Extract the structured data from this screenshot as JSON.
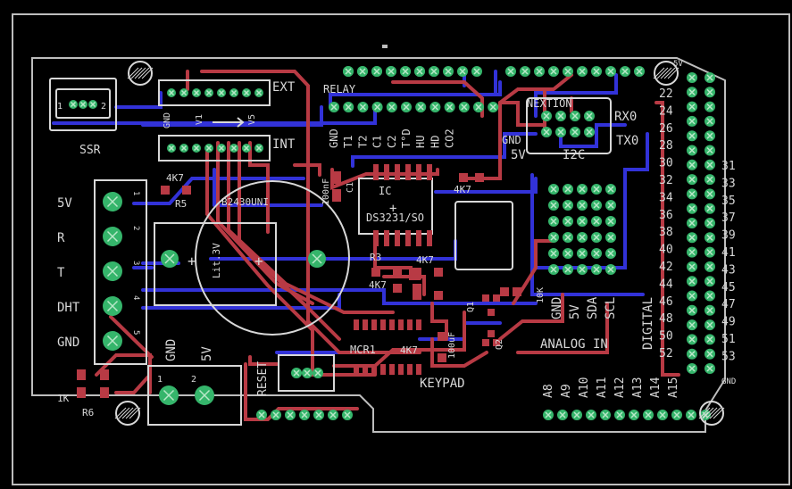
{
  "colors": {
    "background": "#000000",
    "outline": "#bdbdbd",
    "top_copper": "#b83a44",
    "bottom_copper": "#3232d8",
    "pad": "#35b56b",
    "silk": "#d8d8d8"
  },
  "labels": {
    "ssr": "SSR",
    "ssr_pin1": "1",
    "ssr_pin2": "2",
    "ext": "EXT",
    "int": "INT",
    "gnd": "GND",
    "v1": "V1",
    "v5": "V5",
    "relay": "RELAY",
    "relay_pins": [
      "GND",
      "T1",
      "T2",
      "C1",
      "C2",
      "T°D",
      "HU",
      "HD",
      "CO2"
    ],
    "r5": "R5",
    "r5_value": "4K7",
    "battery": "B2430UNI",
    "battery_voltage": "Lit.3V",
    "plus": "+",
    "cap": "100nF",
    "c1": "C1",
    "ic": "IC",
    "rtc": "DS3231/SO",
    "r1": "4K7",
    "r3": "R3",
    "r3_value": "4K7",
    "r4_value": "4K7",
    "r7": "4K7",
    "q1": "Q1",
    "q2": "Q2",
    "r10k": "10K",
    "cap100": "100uF",
    "mcr": "MCR1",
    "keypad": "KEYPAD",
    "reset": "RESET",
    "nextion": "NEXTION",
    "tx0": "TX0",
    "rx0": "RX0",
    "i2c": "I2C",
    "gnd_small": "GND",
    "v5_small": "5V",
    "terminal_labels": [
      "5V",
      "R",
      "T",
      "DHT",
      "GND"
    ],
    "terminal_pins": [
      "1",
      "2",
      "3",
      "4",
      "5"
    ],
    "power_gnd": "GND",
    "power_5v": "5V",
    "power_pin1": "1",
    "power_pin2": "2",
    "r6": "R6",
    "r6_value": "1K",
    "header_side": [
      "GND",
      "5V",
      "SDA",
      "SCL"
    ],
    "analog_in": "ANALOG IN",
    "analog_pins": [
      "A8",
      "A9",
      "A10",
      "A11",
      "A12",
      "A13",
      "A14",
      "A15"
    ],
    "digital": "DIGITAL",
    "five_v_top": "5V",
    "gnd_bottom": "GND",
    "digital_even": [
      "22",
      "24",
      "26",
      "28",
      "30",
      "32",
      "34",
      "36",
      "38",
      "40",
      "42",
      "44",
      "46",
      "48",
      "50",
      "52"
    ],
    "digital_odd": [
      "31",
      "33",
      "35",
      "37",
      "39",
      "41",
      "43",
      "45",
      "47",
      "49",
      "51",
      "53"
    ]
  }
}
